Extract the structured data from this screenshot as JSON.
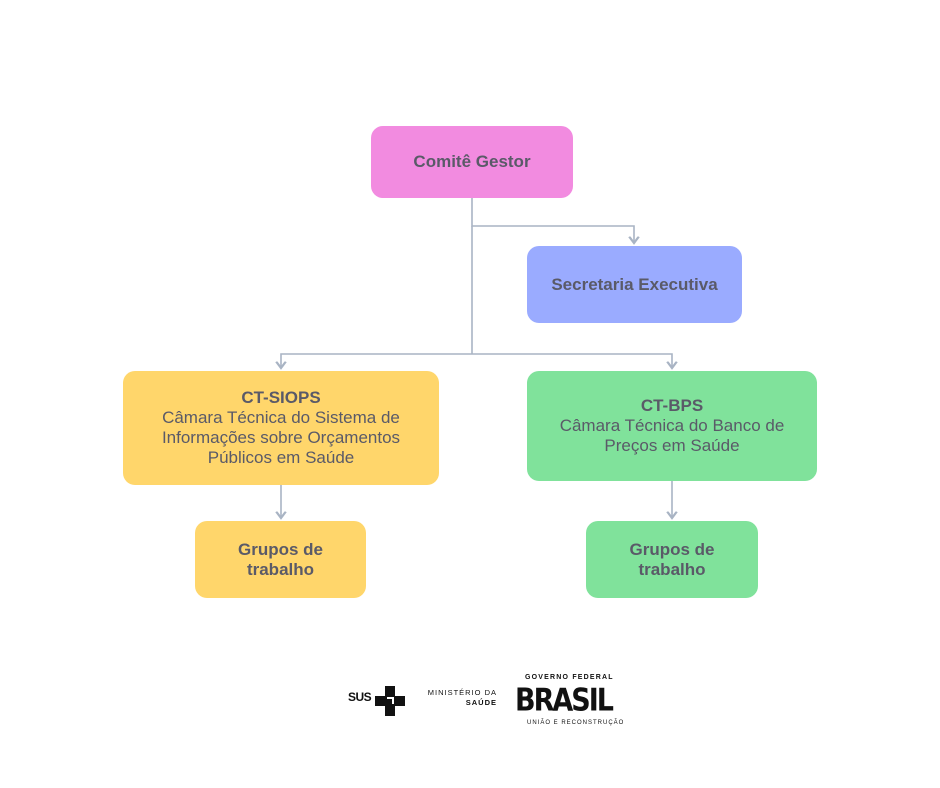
{
  "colors": {
    "comite": "#f28be0",
    "secretaria": "#9aabff",
    "siops": "#ffd66b",
    "bps": "#80e29b",
    "connector": "#a9b4c4",
    "text": "#5a5a68"
  },
  "nodes": {
    "comite": {
      "title": "Comitê Gestor"
    },
    "secretaria": {
      "title": "Secretaria Executiva"
    },
    "ct_siops": {
      "title": "CT-SIOPS",
      "subtitle": "Câmara Técnica do Sistema de\nInformações sobre Orçamentos\nPúblicos em Saúde"
    },
    "ct_bps": {
      "title": "CT-BPS",
      "subtitle": "Câmara Técnica do Banco de\nPreços em Saúde"
    },
    "grupos_siops": {
      "title": "Grupos de\ntrabalho"
    },
    "grupos_bps": {
      "title": "Grupos de\ntrabalho"
    }
  },
  "edges": [
    {
      "from": "comite",
      "to": "secretaria"
    },
    {
      "from": "comite",
      "to": "ct_siops"
    },
    {
      "from": "comite",
      "to": "ct_bps"
    },
    {
      "from": "ct_siops",
      "to": "grupos_siops"
    },
    {
      "from": "ct_bps",
      "to": "grupos_bps"
    }
  ],
  "logos": {
    "sus": "SUS",
    "ministerio_line1": "MINISTÉRIO DA",
    "ministerio_line2": "SAÚDE",
    "governo": "GOVERNO FEDERAL",
    "brasil": "BRASIL",
    "uniao": "UNIÃO E RECONSTRUÇÃO"
  }
}
